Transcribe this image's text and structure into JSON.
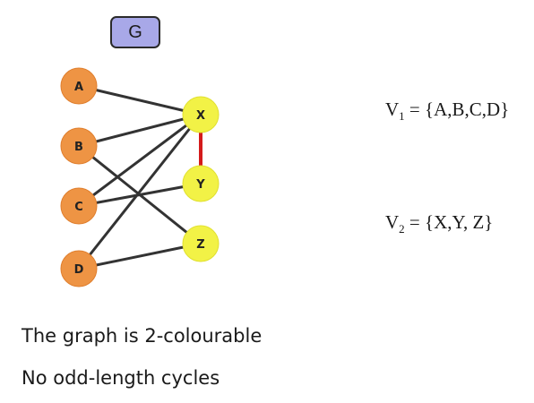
{
  "graph": {
    "name": "G",
    "nodes": [
      {
        "id": "A",
        "color": "#ee9444",
        "stroke": "#e07f2e"
      },
      {
        "id": "B",
        "color": "#ee9444",
        "stroke": "#e07f2e"
      },
      {
        "id": "C",
        "color": "#ee9444",
        "stroke": "#e07f2e"
      },
      {
        "id": "D",
        "color": "#ee9444",
        "stroke": "#e07f2e"
      },
      {
        "id": "X",
        "color": "#f2f246",
        "stroke": "#e0e030"
      },
      {
        "id": "Y",
        "color": "#f2f246",
        "stroke": "#e0e030"
      },
      {
        "id": "Z",
        "color": "#f2f246",
        "stroke": "#e0e030"
      }
    ],
    "edges": [
      {
        "from": "A",
        "to": "X",
        "color": "#333333"
      },
      {
        "from": "B",
        "to": "X",
        "color": "#333333"
      },
      {
        "from": "B",
        "to": "Z",
        "color": "#333333"
      },
      {
        "from": "C",
        "to": "X",
        "color": "#333333"
      },
      {
        "from": "C",
        "to": "Y",
        "color": "#333333"
      },
      {
        "from": "D",
        "to": "X",
        "color": "#333333"
      },
      {
        "from": "D",
        "to": "Z",
        "color": "#333333"
      },
      {
        "from": "X",
        "to": "Y",
        "color": "#d41b1b"
      }
    ]
  },
  "sets": {
    "v1": {
      "symbol": "V",
      "subscript": "1",
      "members": " = {A,B,C,D}"
    },
    "v2": {
      "symbol": "V",
      "subscript": "2",
      "members": " = {X,Y, Z}"
    }
  },
  "captions": {
    "line1": "The graph is 2-colourable",
    "line2": "No odd-length cycles"
  }
}
